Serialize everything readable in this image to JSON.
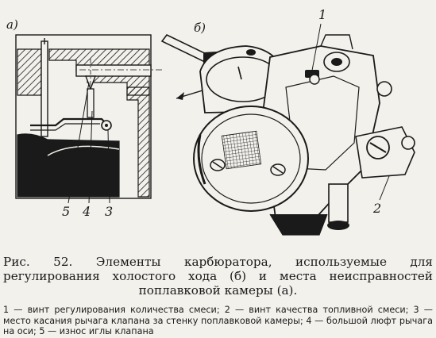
{
  "figure": {
    "panel_a_label": "а)",
    "panel_b_label": "б)",
    "callouts": {
      "n1": "1",
      "n2": "2",
      "n3": "3",
      "n4": "4",
      "n5": "5"
    }
  },
  "caption": "Рис. 52. Элементы карбюратора, используемые для регулирования холостого хода (б) и места неисправностей поплавковой камеры (а).",
  "legend": "1 — винт регулирования количества смеси; 2 — винт качества топливной смеси; 3 — место касания рычага клапана за стенку поплавковой камеры; 4 — большой люфт рычага на оси; 5 — износ иглы клапана",
  "colors": {
    "ink": "#1a1a1a",
    "paper": "#f3f1ec"
  }
}
